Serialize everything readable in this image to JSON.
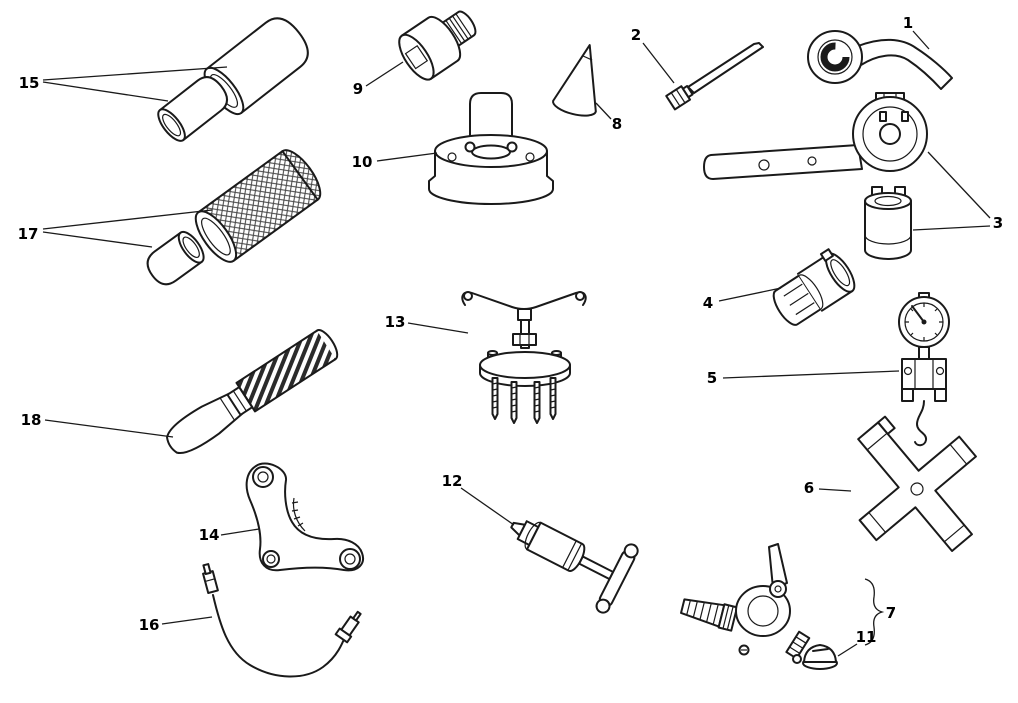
{
  "diagram": {
    "colors": {
      "background": "#ffffff",
      "line": "#1a1a1a"
    },
    "callouts": [
      {
        "label": "1",
        "tool": "crank-turning-wrench"
      },
      {
        "label": "2",
        "tool": "probe-rod"
      },
      {
        "label": "3",
        "tool": "timing-wrench-and-socket"
      },
      {
        "label": "4",
        "tool": "coupling-sleeve"
      },
      {
        "label": "5",
        "tool": "dial-gauge-bracket"
      },
      {
        "label": "6",
        "tool": "cross-holding-tool"
      },
      {
        "label": "7",
        "tool": "fuel-tap-assembly"
      },
      {
        "label": "8",
        "tool": "cone-installer"
      },
      {
        "label": "9",
        "tool": "square-drive-plug-tool"
      },
      {
        "label": "10",
        "tool": "seal-installer-drum"
      },
      {
        "label": "11",
        "tool": "small-cap"
      },
      {
        "label": "12",
        "tool": "slide-puller"
      },
      {
        "label": "13",
        "tool": "flange-puller"
      },
      {
        "label": "14",
        "tool": "curved-bracket-arm"
      },
      {
        "label": "15",
        "tool": "protection-caps"
      },
      {
        "label": "16",
        "tool": "cable-lead"
      },
      {
        "label": "17",
        "tool": "knurled-sleeve-and-cap"
      },
      {
        "label": "18",
        "tool": "knurled-grip-handle"
      }
    ]
  }
}
